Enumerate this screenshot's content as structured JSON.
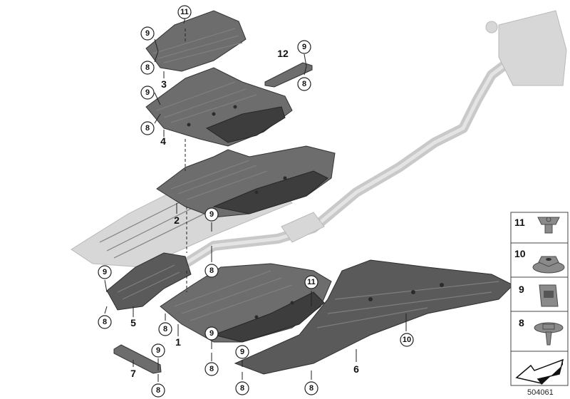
{
  "diagram": {
    "document_number": "504061",
    "part_numbers": {
      "p1": "1",
      "p2": "2",
      "p3": "3",
      "p4": "4",
      "p5": "5",
      "p6": "6",
      "p7": "7",
      "p12": "12"
    },
    "callouts": {
      "c11_top": "11",
      "c9_a": "9",
      "c8_a": "8",
      "c9_b": "9",
      "c8_b": "8",
      "c9_12": "9",
      "c8_12": "8",
      "c9_2": "9",
      "c8_2": "8",
      "c9_5": "9",
      "c8_5": "8",
      "c8_1": "8",
      "c9_1": "9",
      "c8_1b": "8",
      "c11_1": "11",
      "c9_7": "9",
      "c8_7": "8",
      "c9_6": "9",
      "c8_6": "8",
      "c8_6b": "8",
      "c10_6": "10"
    },
    "legend": [
      {
        "num": "11",
        "icon": "expanding-rivet-icon"
      },
      {
        "num": "10",
        "icon": "nut-icon"
      },
      {
        "num": "9",
        "icon": "clip-nut-icon"
      },
      {
        "num": "8",
        "icon": "collar-screw-icon"
      }
    ],
    "legend_arrow_icon": "direction-arrow-icon"
  }
}
